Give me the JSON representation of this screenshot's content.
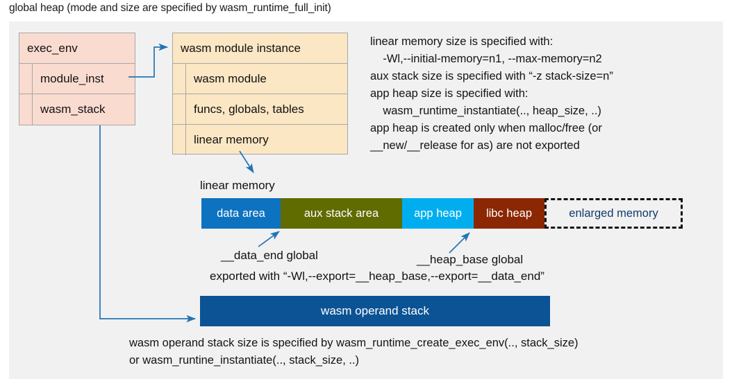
{
  "title": "global heap (mode and size are specified by wasm_runtime_full_init)",
  "colors": {
    "canvas_bg": "#f1f1f1",
    "exec_env_fill": "#fadbd0",
    "module_instance_fill": "#fce7c4",
    "box_border": "#a6a6a6",
    "arrow_blue": "#2274b5",
    "data_area": "#0d72bf",
    "aux_stack_area": "#606b00",
    "app_heap": "#00aeef",
    "libc_heap": "#8b2702",
    "enlarged_memory_text": "#123a6e",
    "operand_stack": "#0b5394"
  },
  "exec_env": {
    "header": "exec_env",
    "fields": [
      {
        "label": "module_inst"
      },
      {
        "label": "wasm_stack"
      }
    ]
  },
  "module_instance": {
    "header": "wasm module instance",
    "fields": [
      {
        "label": "wasm module"
      },
      {
        "label": "funcs, globals, tables"
      },
      {
        "label": "linear memory"
      }
    ]
  },
  "notes": "linear memory size is specified with:\n    -Wl,--initial-memory=n1, --max-memory=n2\naux stack size is specified with “-z stack-size=n”\napp heap size is specified with:\n    wasm_runtime_instantiate(.., heap_size, ..)\napp heap is created only when malloc/free (or\n__new/__release for as) are not exported",
  "linear_memory": {
    "caption": "linear memory",
    "segments": [
      {
        "label": "data area",
        "color": "#0d72bf",
        "width": 114,
        "style": "solid"
      },
      {
        "label": "aux stack area",
        "color": "#606b00",
        "width": 175,
        "style": "solid"
      },
      {
        "label": "app heap",
        "color": "#00aeef",
        "width": 103,
        "style": "solid"
      },
      {
        "label": "libc heap",
        "color": "#8b2702",
        "width": 102,
        "style": "solid"
      },
      {
        "label": "enlarged memory",
        "color": "#f1f1f1",
        "width": 199,
        "style": "dashed"
      }
    ]
  },
  "annotations": {
    "data_end": "__data_end global",
    "heap_base": "__heap_base global",
    "exported_with": "exported with “-Wl,--export=__heap_base,--export=__data_end”"
  },
  "operand_stack": {
    "label": "wasm operand stack"
  },
  "bottom_note": "wasm operand stack size is specified by wasm_runtime_create_exec_env(.., stack_size)\nor wasm_runtine_instantiate(.., stack_size, ..)"
}
